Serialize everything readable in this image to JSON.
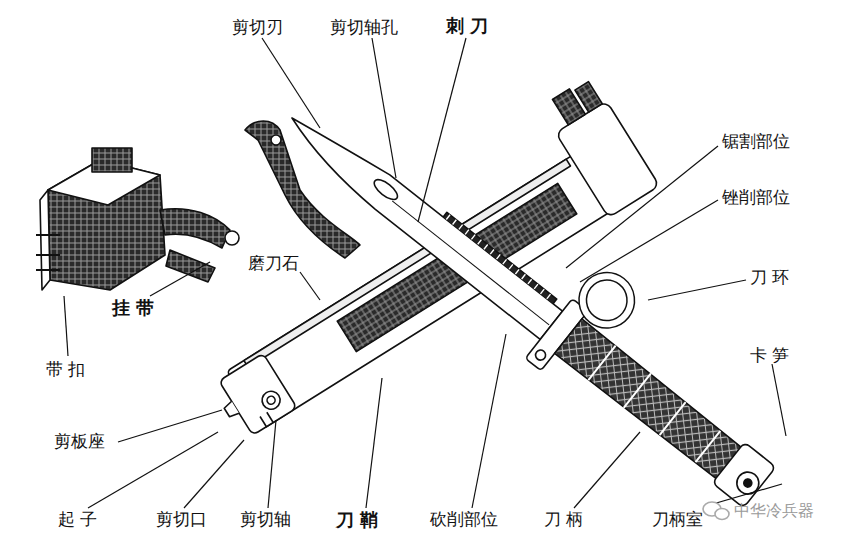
{
  "diagram": {
    "labels": [
      "剪切刃",
      "剪切轴孔",
      "刺 刀",
      "锯割部位",
      "锉削部位",
      "刀 环",
      "磨刀石",
      "挂 带",
      "卡 笋",
      "带 扣",
      "剪板座",
      "起 子",
      "剪切口",
      "剪切轴",
      "刀 鞘",
      "砍削部位",
      "刀 柄",
      "刀柄室",
      "中华冷兵器"
    ]
  }
}
